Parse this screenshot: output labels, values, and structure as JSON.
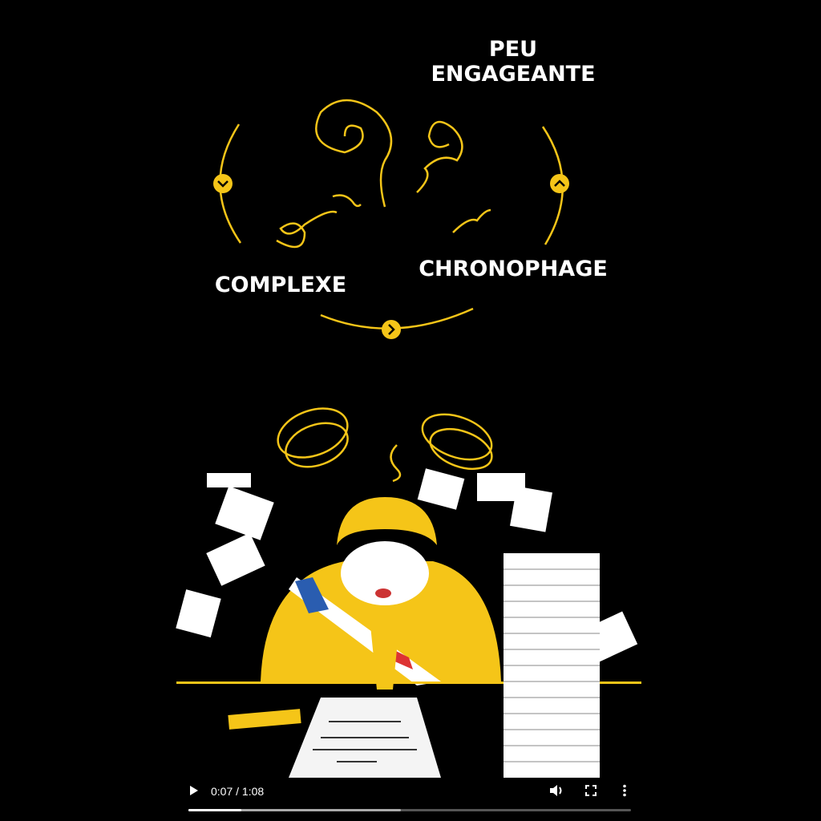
{
  "labels": {
    "top": "PEU ENGAGEANTE",
    "right": "CHRONOPHAGE",
    "left": "COMPLEXE"
  },
  "colors": {
    "accent": "#f5c518",
    "background": "#000000"
  },
  "player": {
    "current_time": "0:07",
    "duration": "1:08",
    "time_display": "0:07 / 1:08",
    "played_fraction": 0.12,
    "buffered_fraction": 0.48,
    "icons": {
      "play": "play-icon",
      "volume": "volume-icon",
      "fullscreen": "fullscreen-icon",
      "more": "more-options-icon"
    }
  }
}
